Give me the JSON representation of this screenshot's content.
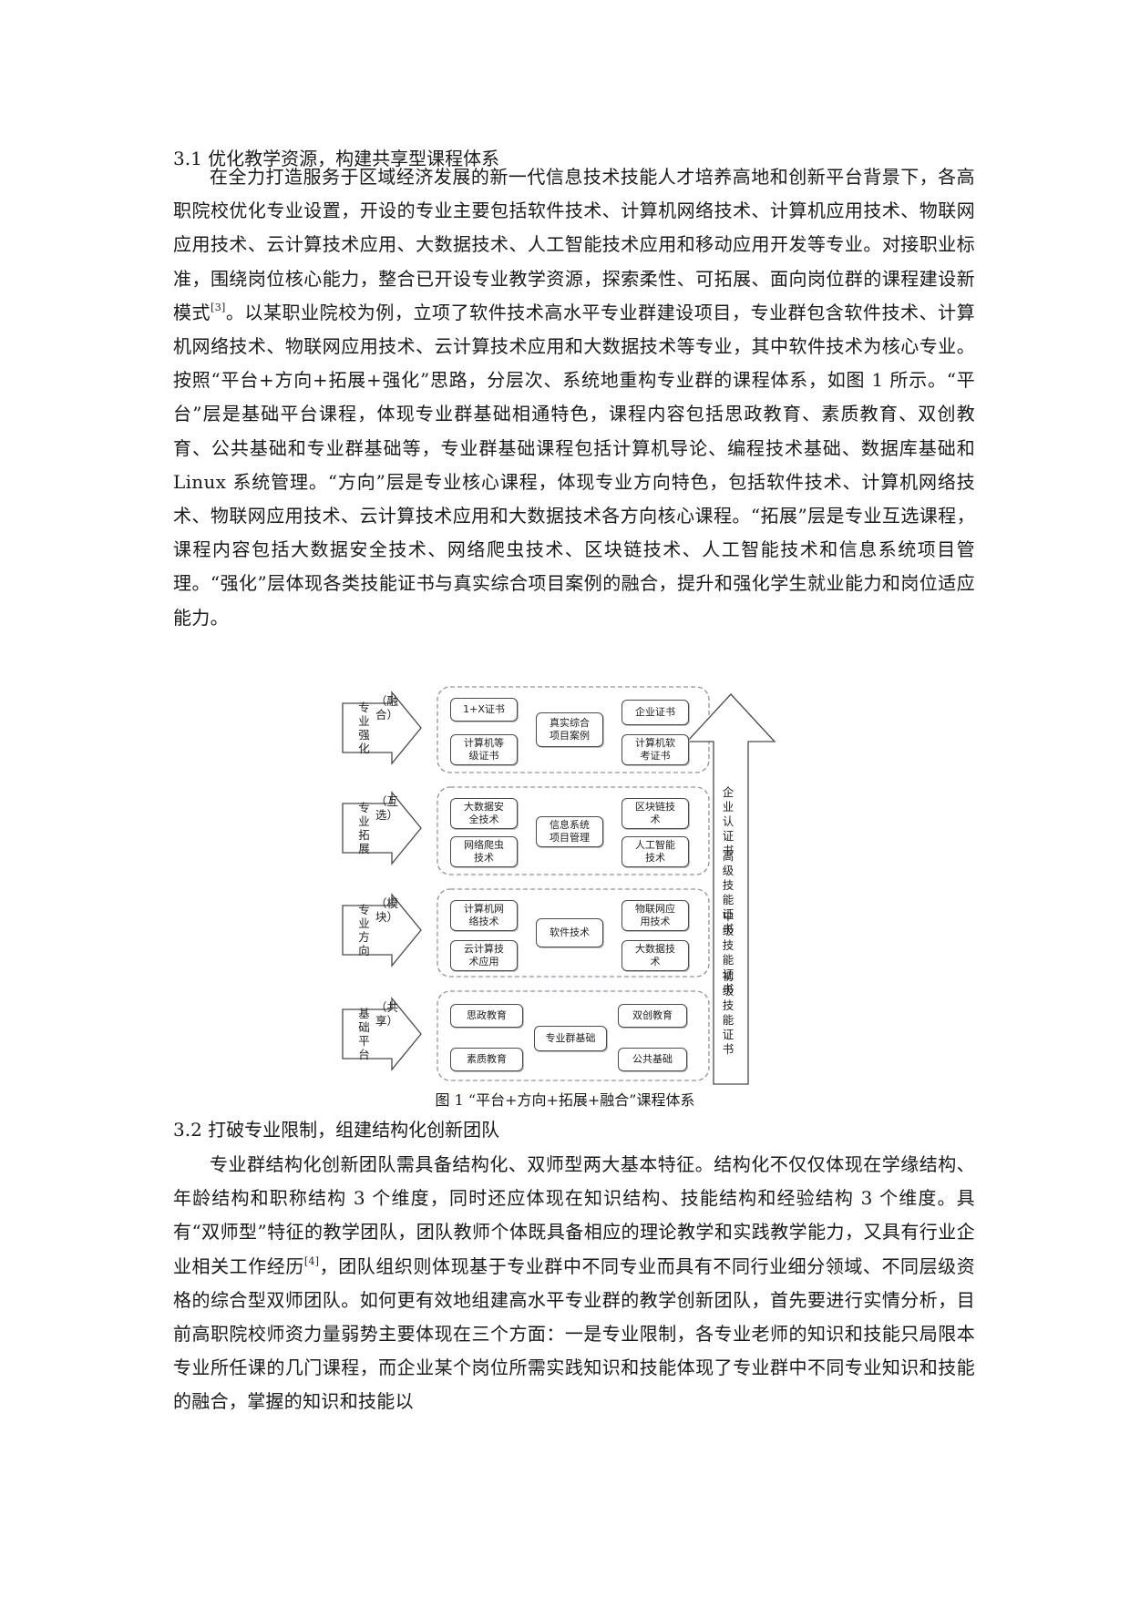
{
  "section1": {
    "heading": "3.1 优化教学资源，构建共享型课程体系",
    "paragraph_before_ref": "在全力打造服务于区域经济发展的新一代信息技术技能人才培养高地和创新平台背景下，各高职院校优化专业设置，开设的专业主要包括软件技术、计算机网络技术、计算机应用技术、物联网应用技术、云计算技术应用、大数据技术、人工智能技术应用和移动应用开发等专业。对接职业标准，围绕岗位核心能力，整合已开设专业教学资源，探索柔性、可拓展、面向岗位群的课程建设新模式",
    "ref": "[3]",
    "paragraph_after_ref": "。以某职业院校为例，立项了软件技术高水平专业群建设项目，专业群包含软件技术、计算机网络技术、物联网应用技术、云计算技术应用和大数据技术等专业，其中软件技术为核心专业。按照“平台+方向+拓展+强化”思路，分层次、系统地重构专业群的课程体系，如图 1 所示。“平台”层是基础平台课程，体现专业群基础相通特色，课程内容包括思政教育、素质教育、双创教育、公共基础和专业群基础等，专业群基础课程包括计算机导论、编程技术基础、数据库基础和 Linux 系统管理。“方向”层是专业核心课程，体现专业方向特色，包括软件技术、计算机网络技术、物联网应用技术、云计算技术应用和大数据技术各方向核心课程。“拓展”层是专业互选课程，课程内容包括大数据安全技术、网络爬虫技术、区块链技术、人工智能技术和信息系统项目管理。“强化”层体现各类技能证书与真实综合项目案例的融合，提升和强化学生就业能力和岗位适应能力。"
  },
  "figure": {
    "layers": [
      {
        "label": "专业强化",
        "sub": "（融合）",
        "boxes": [
          "1+X证书",
          "计算机等\n级证书",
          "真实综合\n项目案例",
          "企业证书",
          "计算机软\n考证书"
        ]
      },
      {
        "label": "专业拓展",
        "sub": "（互选）",
        "boxes": [
          "大数据安\n全技术",
          "网络爬虫\n技术",
          "信息系统\n项目管理",
          "区块链技\n术",
          "人工智能\n技术"
        ]
      },
      {
        "label": "专业方向",
        "sub": "（模块）",
        "boxes": [
          "计算机网\n络技术",
          "云计算技\n术应用",
          "软件技术",
          "物联网应\n用技术",
          "大数据技\n术"
        ]
      },
      {
        "label": "基础平台",
        "sub": "（共享）",
        "boxes": [
          "思政教育",
          "素质教育",
          "专业群基础",
          "双创教育",
          "公共基础"
        ]
      }
    ],
    "certificates": [
      "企业认证书",
      "高级技能证书",
      "中级技能证书",
      "初级技能证书"
    ],
    "caption": "图 1 “平台+方向+拓展+融合”课程体系",
    "line_color": "#4a4a4a",
    "dash_color": "#8a94a6"
  },
  "section2": {
    "heading": "3.2 打破专业限制，组建结构化创新团队",
    "paragraph_before_ref": "专业群结构化创新团队需具备结构化、双师型两大基本特征。结构化不仅仅体现在学缘结构、年龄结构和职称结构 3 个维度，同时还应体现在知识结构、技能结构和经验结构 3 个维度。具有“双师型”特征的教学团队，团队教师个体既具备相应的理论教学和实践教学能力，又具有行业企业相关工作经历",
    "ref": "[4]",
    "paragraph_after_ref": "，团队组织则体现基于专业群中不同专业而具有不同行业细分领域、不同层级资格的综合型双师团队。如何更有效地组建高水平专业群的教学创新团队，首先要进行实情分析，目前高职院校师资力量弱势主要体现在三个方面：一是专业限制，各专业老师的知识和技能只局限本专业所任课的几门课程，而企业某个岗位所需实践知识和技能体现了专业群中不同专业知识和技能的融合，掌握的知识和技能以"
  }
}
